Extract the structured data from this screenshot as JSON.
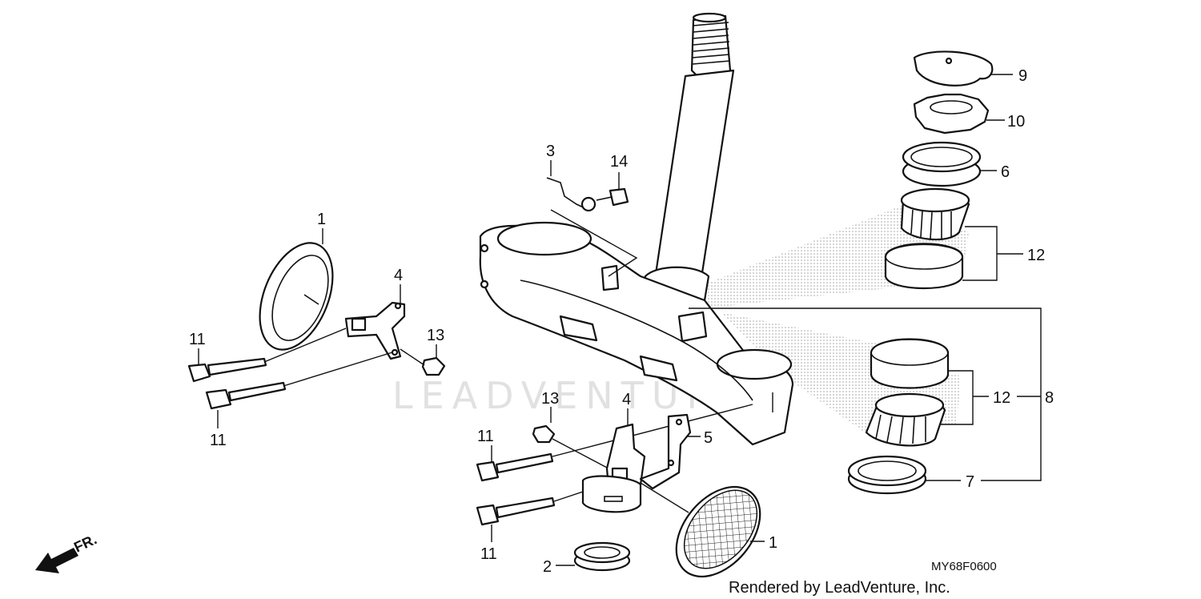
{
  "diagram": {
    "watermark": "LEADVENTURE",
    "credit": "Rendered by LeadVenture, Inc.",
    "code": "MY68F0600",
    "direction_label": "FR.",
    "callouts": {
      "n1a": "1",
      "n1b": "1",
      "n2": "2",
      "n3": "3",
      "n4a": "4",
      "n4b": "4",
      "n5": "5",
      "n6": "6",
      "n7": "7",
      "n8": "8",
      "n9": "9",
      "n10": "10",
      "n11a": "11",
      "n11b": "11",
      "n11c": "11",
      "n11d": "11",
      "n12a": "12",
      "n12b": "12",
      "n13a": "13",
      "n13b": "13",
      "n14": "14"
    }
  }
}
